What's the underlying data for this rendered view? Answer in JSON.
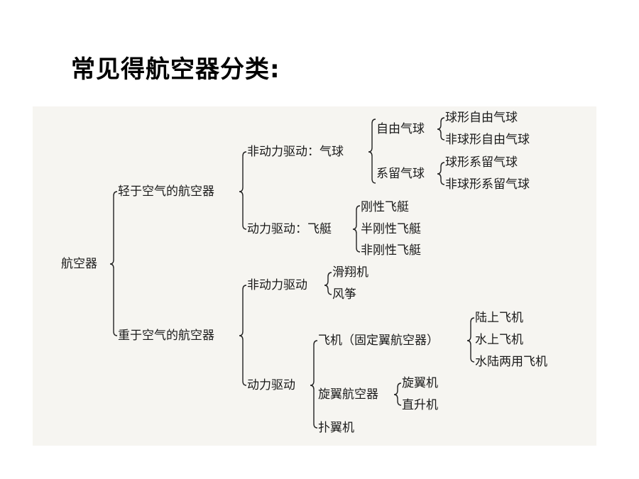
{
  "title": "常见得航空器分类:",
  "tree": {
    "root": "航空器",
    "lighter": {
      "label": "轻于空气的航空器",
      "unpowered": {
        "label": "非动力驱动：气球",
        "free": {
          "label": "自由气球",
          "items": [
            "球形自由气球",
            "非球形自由气球"
          ]
        },
        "tethered": {
          "label": "系留气球",
          "items": [
            "球形系留气球",
            "非球形系留气球"
          ]
        }
      },
      "powered": {
        "label": "动力驱动：飞艇",
        "items": [
          "刚性飞艇",
          "半刚性飞艇",
          "非刚性飞艇"
        ]
      }
    },
    "heavier": {
      "label": "重于空气的航空器",
      "unpowered": {
        "label": "非动力驱动",
        "items": [
          "滑翔机",
          "风筝"
        ]
      },
      "powered": {
        "label": "动力驱动",
        "airplane": {
          "label": "飞机（固定翼航空器）",
          "items": [
            "陆上飞机",
            "水上飞机",
            "水陆两用飞机"
          ]
        },
        "rotorcraft": {
          "label": "旋翼航空器",
          "items": [
            "旋翼机",
            "直升机"
          ]
        },
        "ornithopter": "扑翼机"
      }
    }
  }
}
